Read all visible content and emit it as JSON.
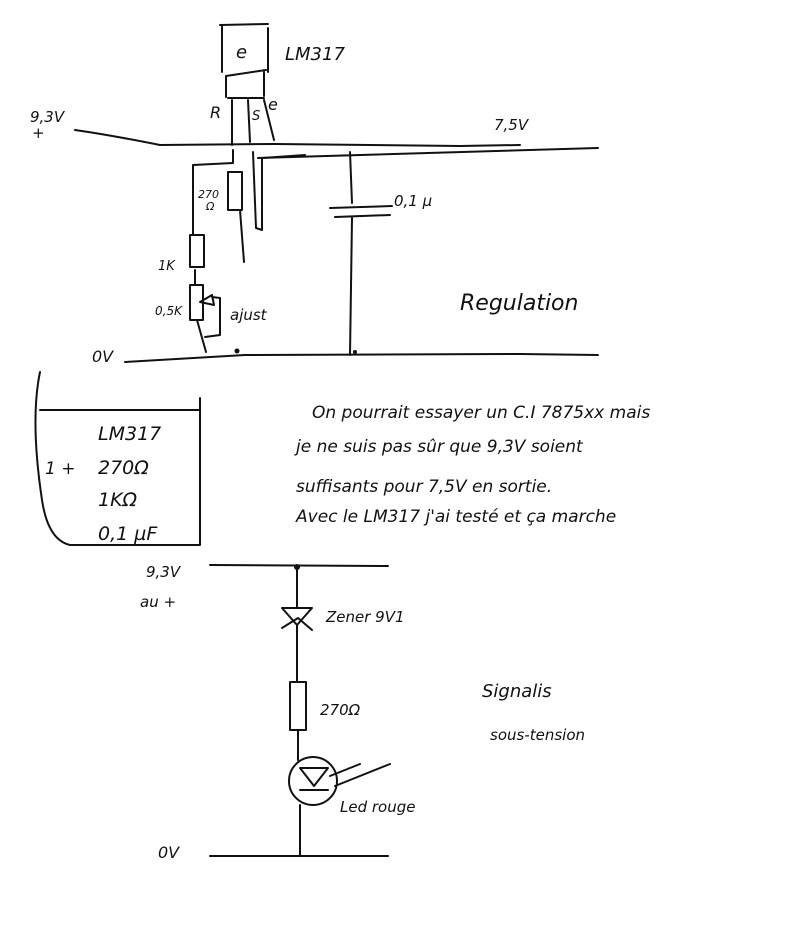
{
  "regulation": {
    "chip_label": "LM317",
    "chip_mark": "e",
    "pin_r": "R",
    "pin_s": "S",
    "pin_e": "e",
    "input_voltage": "9,3V",
    "input_plus": "+",
    "output_voltage": "7,5V",
    "resistor_270": "270",
    "resistor_270_unit": "Ω",
    "capacitor": "0,1 µ",
    "resistor_1k": "1K",
    "pot": "0,5K",
    "pot_label": "ajust",
    "ground": "0V",
    "section_title": "Regulation"
  },
  "parts_box": {
    "lines": [
      "LM317",
      "270Ω",
      "1KΩ",
      "0,1 µF"
    ],
    "qty": "1 +"
  },
  "note": {
    "lines": [
      "On pourrait essayer un C.I 7875xx mais",
      "je ne suis pas sûr que 9,3V soient",
      "suffisants pour 7,5V en sortie.",
      "Avec le LM317 j'ai testé et ça marche"
    ]
  },
  "signal": {
    "input_voltage": "9,3V",
    "input_sub": "au +",
    "zener": "Zener 9V1",
    "resistor": "270Ω",
    "led": "Led rouge",
    "ground": "0V",
    "title_1": "Signalis",
    "title_2": "sous-tension"
  }
}
